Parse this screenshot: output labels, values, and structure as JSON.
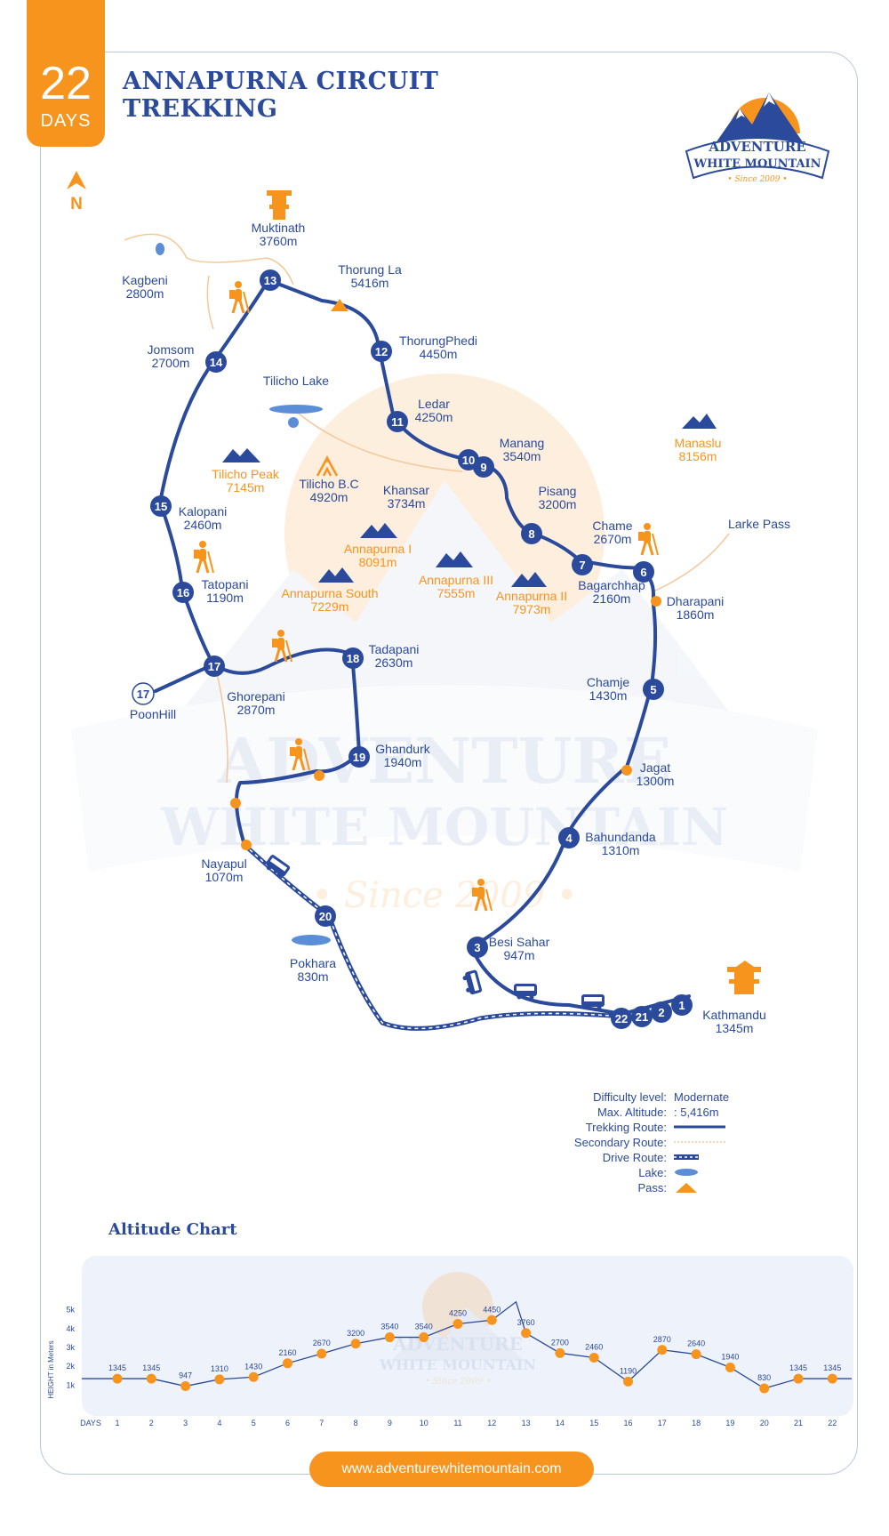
{
  "badge": {
    "days_number": "22",
    "days_label": "DAYS"
  },
  "title": {
    "line1": "ANNAPURNA CIRCUIT",
    "line2": "TREKKING"
  },
  "logo": {
    "line1": "ADVENTURE",
    "line2": "WHITE MOUNTAIN",
    "since": "• Since 2009 •"
  },
  "watermark": {
    "line1": "ADVENTURE",
    "line2": "WHITE MOUNTAIN",
    "since": "• Since 2009 •"
  },
  "north_label": "N",
  "colors": {
    "primary": "#2b4a9b",
    "accent": "#f7941e",
    "secondary_route": "#f3c89a",
    "lake": "#5b8ed6"
  },
  "places": {
    "muktinath": {
      "name": "Muktinath",
      "alt": "3760m"
    },
    "kagbeni": {
      "name": "Kagbeni",
      "alt": "2800m"
    },
    "thorung_la": {
      "name": "Thorung La",
      "alt": "5416m"
    },
    "thorungphedi": {
      "name": "ThorungPhedi",
      "alt": "4450m"
    },
    "jomsom": {
      "name": "Jomsom",
      "alt": "2700m"
    },
    "tilicho_lake": {
      "name": "Tilicho Lake"
    },
    "ledar": {
      "name": "Ledar",
      "alt": "4250m"
    },
    "manang": {
      "name": "Manang",
      "alt": "3540m"
    },
    "manaslu": {
      "name": "Manaslu",
      "alt": "8156m"
    },
    "tilicho_peak": {
      "name": "Tilicho Peak",
      "alt": "7145m"
    },
    "tilicho_bc": {
      "name": "Tilicho B.C",
      "alt": "4920m"
    },
    "khansar": {
      "name": "Khansar",
      "alt": "3734m"
    },
    "pisang": {
      "name": "Pisang",
      "alt": "3200m"
    },
    "kalopani": {
      "name": "Kalopani",
      "alt": "2460m"
    },
    "chame": {
      "name": "Chame",
      "alt": "2670m"
    },
    "larke_pass": {
      "name": "Larke Pass"
    },
    "annapurna_1": {
      "name": "Annapurna I",
      "alt": "8091m"
    },
    "tatopani": {
      "name": "Tatopani",
      "alt": "1190m"
    },
    "annapurna_south": {
      "name": "Annapurna South",
      "alt": "7229m"
    },
    "annapurna_3": {
      "name": "Annapurna III",
      "alt": "7555m"
    },
    "annapurna_2": {
      "name": "Annapurna II",
      "alt": "7973m"
    },
    "bagarchhap": {
      "name": "Bagarchhap",
      "alt": "2160m"
    },
    "dharapani": {
      "name": "Dharapani",
      "alt": "1860m"
    },
    "tadapani": {
      "name": "Tadapani",
      "alt": "2630m"
    },
    "poonhill": {
      "name": "PoonHill"
    },
    "ghorepani": {
      "name": "Ghorepani",
      "alt": "2870m"
    },
    "chamje": {
      "name": "Chamje",
      "alt": "1430m"
    },
    "ghandurk": {
      "name": "Ghandurk",
      "alt": "1940m"
    },
    "jagat": {
      "name": "Jagat",
      "alt": "1300m"
    },
    "bahundanda": {
      "name": "Bahundanda",
      "alt": "1310m"
    },
    "nayapul": {
      "name": "Nayapul",
      "alt": "1070m"
    },
    "pokhara": {
      "name": "Pokhara",
      "alt": "830m"
    },
    "besi_sahar": {
      "name": "Besi Sahar",
      "alt": "947m"
    },
    "kathmandu": {
      "name": "Kathmandu",
      "alt": "1345m"
    }
  },
  "day_markers": [
    "1",
    "2",
    "3",
    "4",
    "5",
    "6",
    "7",
    "8",
    "9",
    "10",
    "11",
    "12",
    "13",
    "14",
    "15",
    "16",
    "17",
    "17",
    "18",
    "19",
    "20",
    "21",
    "22"
  ],
  "legend": {
    "difficulty_label": "Difficulty level:",
    "difficulty_value": "Modernate",
    "altitude_label": "Max. Altitude:",
    "altitude_value": ": 5,416m",
    "trekking_label": "Trekking Route:",
    "secondary_label": "Secondary Route:",
    "drive_label": "Drive Route:",
    "lake_label": "Lake:",
    "pass_label": "Pass:"
  },
  "chart_title": "Altitude Chart",
  "chart_data": {
    "type": "line",
    "title": "Altitude Chart",
    "xlabel": "DAYS",
    "ylabel": "HEIGHT in Meters",
    "x": [
      1,
      2,
      3,
      4,
      5,
      6,
      7,
      8,
      9,
      10,
      11,
      12,
      13,
      14,
      15,
      16,
      17,
      18,
      19,
      20,
      21,
      22
    ],
    "values": [
      1345,
      1345,
      947,
      1310,
      1430,
      2160,
      2670,
      3200,
      3540,
      3540,
      4250,
      4450,
      3760,
      2700,
      2460,
      1190,
      2870,
      2640,
      1940,
      830,
      1345,
      1345
    ],
    "data_labels": [
      "1345",
      "1345",
      "947",
      "1310",
      "1430",
      "2160",
      "2670",
      "3200",
      "3540",
      "3540",
      "4250",
      "4450",
      "3760",
      "2700",
      "2460",
      "1190",
      "2870",
      "2640",
      "1940",
      "830",
      "1345",
      "1345"
    ],
    "peak_value": 5416,
    "y_ticks": [
      "1k",
      "2k",
      "3k",
      "4k",
      "5k"
    ],
    "ylim": [
      0,
      5500
    ]
  },
  "footer_url": "www.adventurewhitemountain.com"
}
